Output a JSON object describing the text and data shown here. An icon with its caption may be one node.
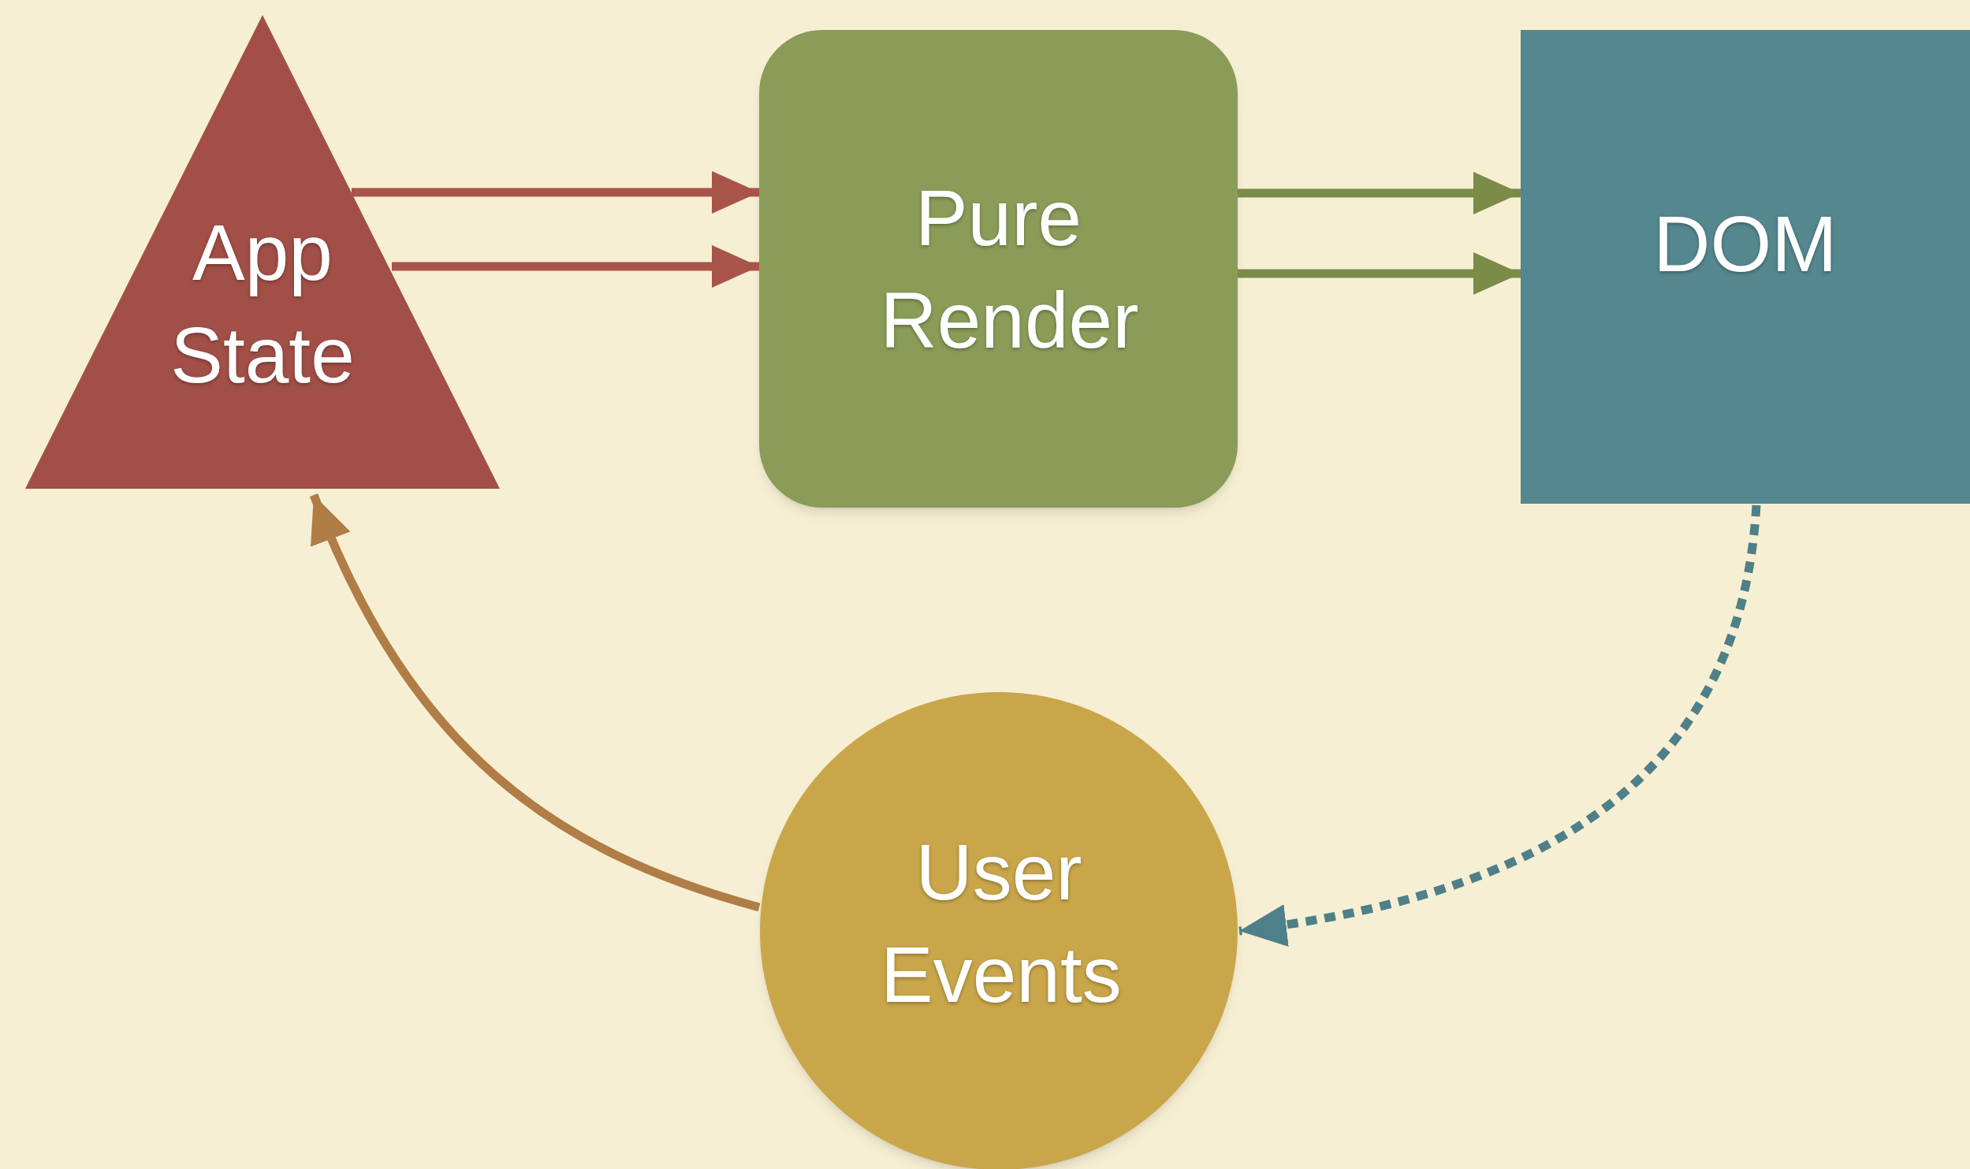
{
  "diagram": {
    "nodes": [
      {
        "text": [
          "App State"
        ]
      },
      {
        "text": [
          "Pure Render"
        ]
      },
      {
        "text": [
          "DOM"
        ]
      },
      {
        "text": [
          "User Events"
        ]
      }
    ],
    "edges": [
      {
        "from": 0,
        "to": 1,
        "arrow": "to",
        "color": "#a8544a"
      },
      {
        "from": 0,
        "to": 1,
        "arrow": "to",
        "color": "#a8544a"
      },
      {
        "from": 1,
        "to": 2,
        "arrow": "to",
        "color": "#7a8c48"
      },
      {
        "from": 1,
        "to": 2,
        "arrow": "to",
        "color": "#7a8c48"
      },
      {
        "from": 2,
        "to": 3,
        "arrow": "to",
        "style": "dashed",
        "color": "#4e8089"
      },
      {
        "from": 3,
        "to": 0,
        "arrow": "to",
        "color": "#b07d47"
      }
    ]
  }
}
